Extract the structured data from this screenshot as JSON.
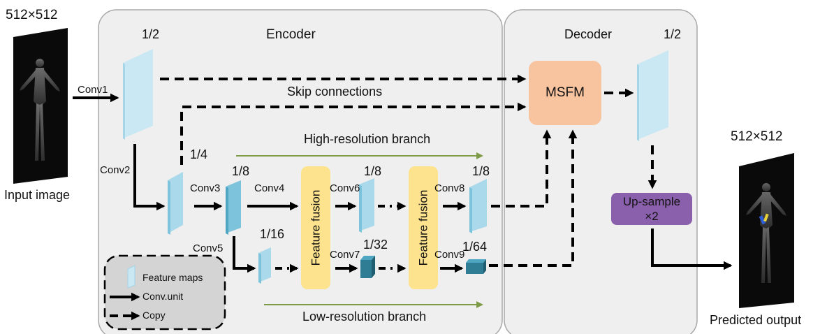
{
  "input": {
    "size": "512×512",
    "label": "Input image"
  },
  "output": {
    "size": "512×512",
    "label": "Predicted output"
  },
  "encoder": {
    "title": "Encoder"
  },
  "decoder": {
    "title": "Decoder"
  },
  "scales": {
    "s_half_enc": "1/2",
    "s_half_dec": "1/2",
    "s_4": "1/4",
    "s_8a": "1/8",
    "s_8b": "1/8",
    "s_8c": "1/8",
    "s_16": "1/16",
    "s_32": "1/32",
    "s_64": "1/64"
  },
  "convs": {
    "conv1": "Conv1",
    "conv2": "Conv2",
    "conv3": "Conv3",
    "conv4": "Conv4",
    "conv5": "Conv5",
    "conv6": "Conv6",
    "conv7": "Conv7",
    "conv8": "Conv8",
    "conv9": "Conv9"
  },
  "labels": {
    "skip": "Skip connections",
    "high_branch": "High-resolution branch",
    "low_branch": "Low-resolution branch",
    "msfm": "MSFM",
    "feature_fusion_1": "Feature fusion",
    "feature_fusion_2": "Feature fusion",
    "upsample_line1": "Up-sample",
    "upsample_line2": "×2"
  },
  "legend": {
    "feature_maps": "Feature maps",
    "conv_unit": "Conv.unit",
    "copy": "Copy"
  },
  "colors": {
    "panel": "#efefef",
    "panel_border": "#a8a8a8",
    "feature_front": "#c9e8f3",
    "feature_side": "#a5d5e6",
    "feature_mid": "#7cc3db",
    "feature_dark": "#2f7d95",
    "branch_arrow": "#7e9b47",
    "msfm": "#f8c39f",
    "fusion": "#fde38e",
    "upsample": "#8a5fab"
  }
}
